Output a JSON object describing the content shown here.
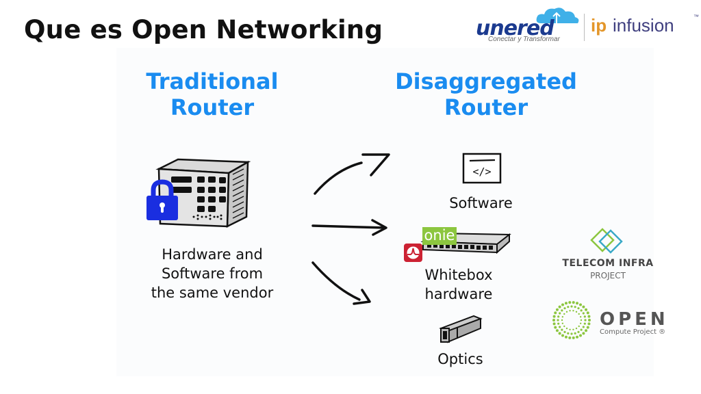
{
  "slide": {
    "title": "Que es Open Networking"
  },
  "logos": {
    "unered": {
      "name": "unered",
      "tagline": "Conectar y Transformar"
    },
    "ipinfusion": {
      "prefix": "ip",
      "name": "infusion",
      "tm": "™"
    },
    "tip": {
      "line1": "TELECOM INFRA",
      "line2": "PROJECT"
    },
    "ocp": {
      "line1": "OPEN",
      "line2": "Compute Project ®"
    },
    "onie": {
      "text": "onie"
    }
  },
  "traditional": {
    "heading_line1": "Traditional",
    "heading_line2": "Router",
    "desc_line1": "Hardware and",
    "desc_line2": "Software from",
    "desc_line3": "the same vendor"
  },
  "disaggregated": {
    "heading_line1": "Disaggregated",
    "heading_line2": "Router",
    "items": [
      {
        "label_line1": "Software",
        "label_line2": "",
        "icon": "code-window-icon"
      },
      {
        "label_line1": "Whitebox",
        "label_line2": "hardware",
        "icon": "switch-icon"
      },
      {
        "label_line1": "Optics",
        "label_line2": "",
        "icon": "optic-transceiver-icon"
      }
    ]
  },
  "colors": {
    "heading_blue": "#1a8cf0",
    "lock_blue": "#1a2ee0",
    "onie_green": "#8cc63f",
    "broadcom_red": "#cc2233",
    "ocp_green": "#8cc63f",
    "tip_green": "#8cc63f",
    "tip_teal": "#3aa9c7",
    "ip_orange": "#e3962a"
  }
}
